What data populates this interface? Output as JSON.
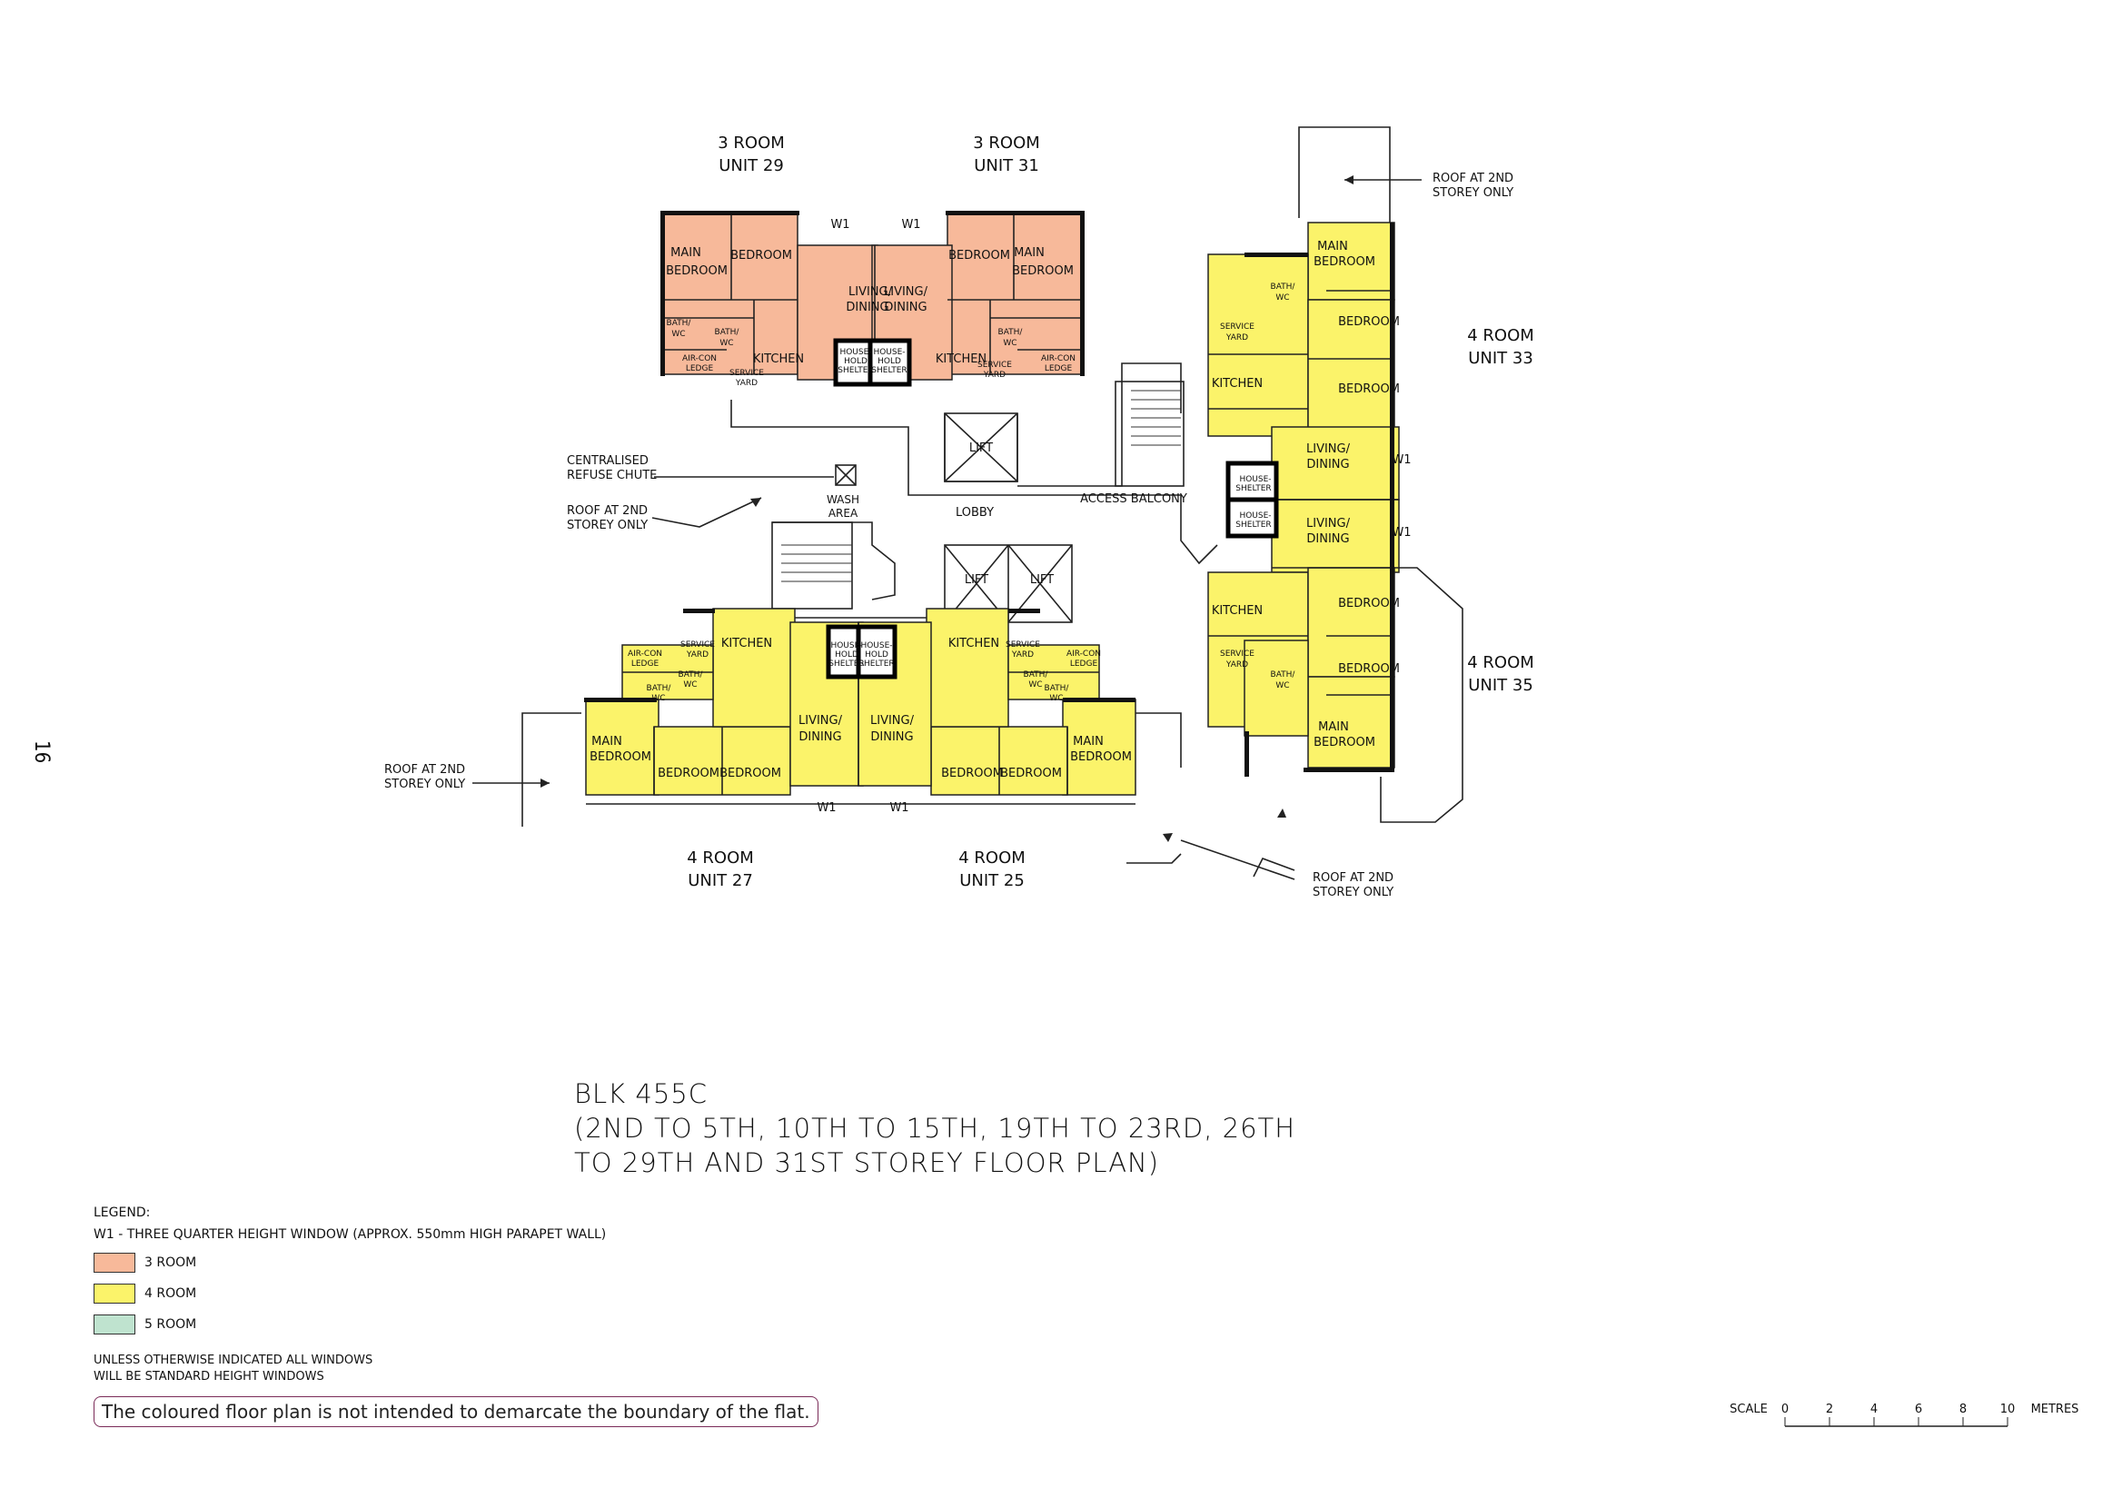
{
  "page_number": "16",
  "units": {
    "u29": {
      "type": "3 ROOM",
      "unit": "UNIT 29"
    },
    "u31": {
      "type": "3 ROOM",
      "unit": "UNIT 31"
    },
    "u33": {
      "type": "4 ROOM",
      "unit": "UNIT 33"
    },
    "u35": {
      "type": "4 ROOM",
      "unit": "UNIT 35"
    },
    "u27": {
      "type": "4 ROOM",
      "unit": "UNIT 27"
    },
    "u25": {
      "type": "4 ROOM",
      "unit": "UNIT 25"
    }
  },
  "rooms": {
    "main_bedroom_1": "MAIN",
    "main_bedroom_2": "BEDROOM",
    "bedroom": "BEDROOM",
    "living_1": "LIVING/",
    "living_2": "DINING",
    "kitchen": "KITCHEN",
    "bath": "BATH/",
    "wc": "WC",
    "aircon_1": "AIR-CON",
    "aircon_2": "LEDGE",
    "service_1": "SERVICE",
    "service_2": "YARD",
    "shelter_1": "HOUSE-",
    "shelter_2": "HOLD",
    "shelter_3": "SHELTER",
    "w1": "W1",
    "lift": "LIFT"
  },
  "annotations": {
    "roof_1": "ROOF AT 2ND",
    "roof_2": "STOREY ONLY",
    "refuse_1": "CENTRALISED",
    "refuse_2": "REFUSE CHUTE",
    "wash_1": "WASH",
    "wash_2": "AREA",
    "lobby": "LOBBY",
    "access_balcony": "ACCESS BALCONY"
  },
  "title": {
    "line1": "BLK 455C",
    "line2": "(2ND TO 5TH, 10TH TO 15TH, 19TH TO 23RD, 26TH",
    "line3": "TO 29TH AND 31ST STOREY FLOOR PLAN)"
  },
  "legend": {
    "heading": "LEGEND:",
    "w1_note": "W1 - THREE QUARTER HEIGHT WINDOW (APPROX. 550mm HIGH PARAPET WALL)",
    "items": [
      {
        "label": "3 ROOM",
        "color": "#f7b99a"
      },
      {
        "label": "4 ROOM",
        "color": "#fbf36a"
      },
      {
        "label": "5 ROOM",
        "color": "#bfe3cf"
      }
    ],
    "note_1": "UNLESS OTHERWISE INDICATED ALL WINDOWS",
    "note_2": "WILL BE STANDARD HEIGHT WINDOWS"
  },
  "disclaimer": "The coloured floor plan is not intended to demarcate the boundary of the flat.",
  "scale": {
    "label": "SCALE",
    "ticks": [
      "0",
      "2",
      "4",
      "6",
      "8",
      "10"
    ],
    "unit": "METRES"
  }
}
